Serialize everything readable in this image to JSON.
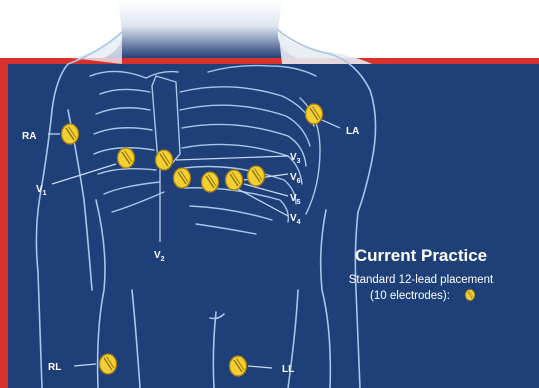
{
  "legend": {
    "title": "Current Practice",
    "line1": "Standard 12-lead placement",
    "line2": "(10 electrodes):"
  },
  "limb_labels": {
    "ra": "RA",
    "la": "LA",
    "rl": "RL",
    "ll": "LL"
  },
  "precordial_labels": {
    "v1": {
      "main": "V",
      "sub": "1"
    },
    "v2": {
      "main": "V",
      "sub": "2"
    },
    "v3": {
      "main": "V",
      "sub": "3"
    },
    "v4": {
      "main": "V",
      "sub": "4"
    },
    "v5": {
      "main": "V",
      "sub": "5"
    },
    "v6": {
      "main": "V",
      "sub": "6"
    }
  },
  "colors": {
    "panel": "#1f3f79",
    "frame": "#d8312b",
    "outline": "#a9c6e6",
    "electrode_fill": "#f2d033",
    "electrode_stroke": "#a57d12",
    "electrode_line": "#8a6a10",
    "leader": "#c7dcf1"
  }
}
